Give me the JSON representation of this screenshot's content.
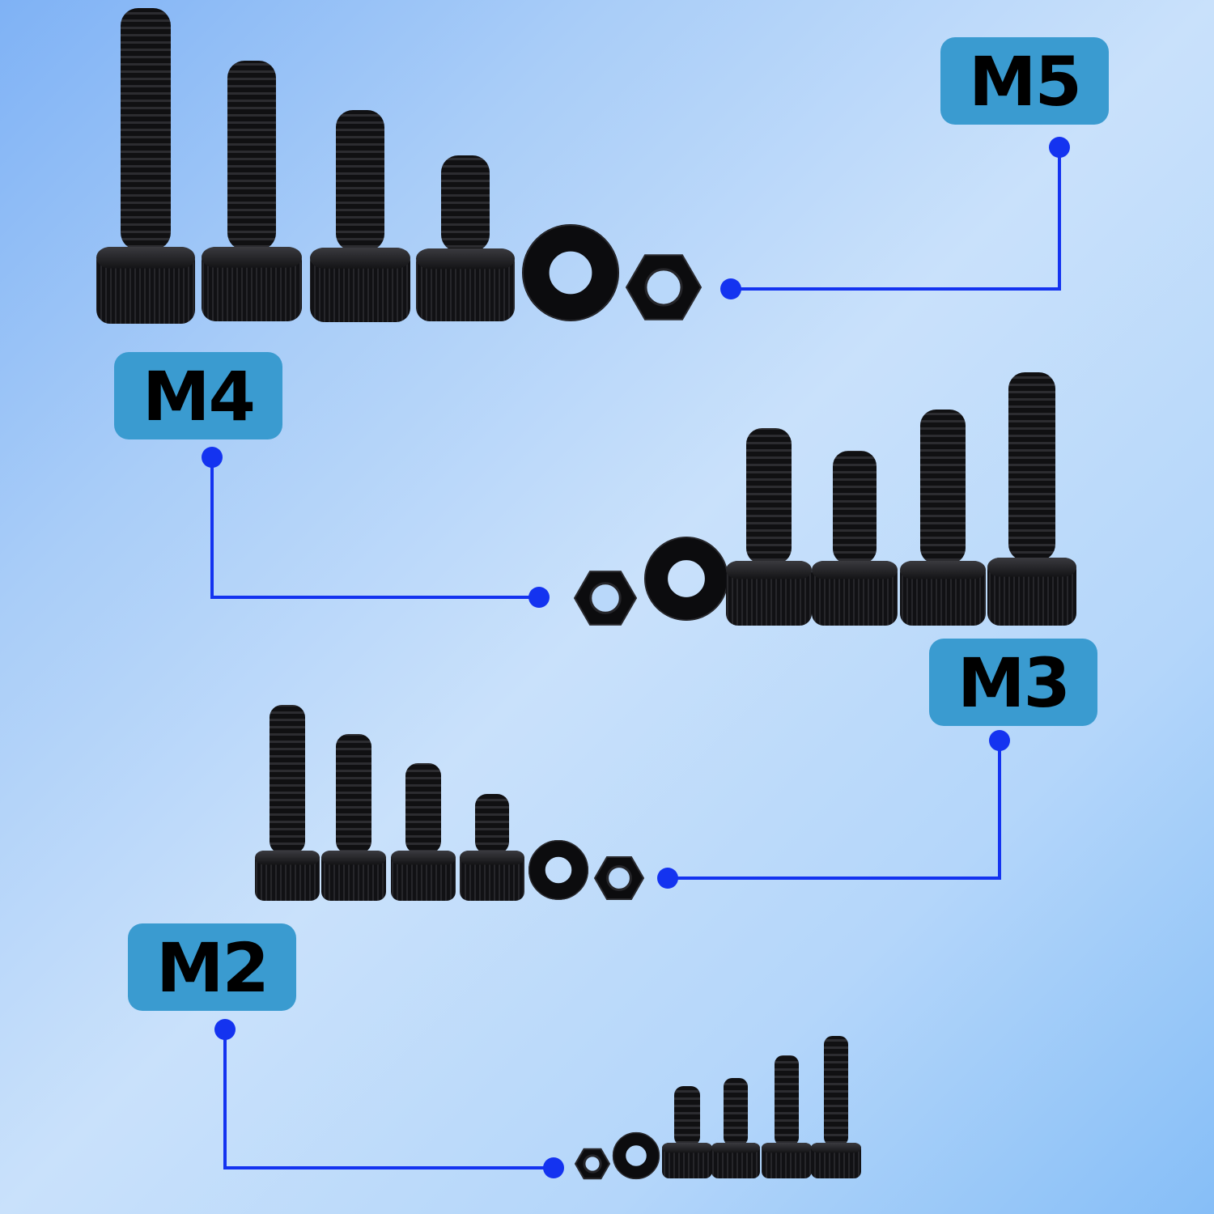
{
  "labels": {
    "m5": "M5",
    "m4": "M4",
    "m3": "M3",
    "m2": "M2"
  },
  "colors": {
    "label_bg": "#3a9bd0",
    "connector": "#1433f0",
    "hardware": "#0c0c0e"
  },
  "groups": [
    {
      "size": "M5",
      "items": [
        "screw",
        "screw",
        "screw",
        "screw",
        "washer",
        "hex-nut"
      ]
    },
    {
      "size": "M4",
      "items": [
        "hex-nut",
        "washer",
        "screw",
        "screw",
        "screw",
        "screw"
      ]
    },
    {
      "size": "M3",
      "items": [
        "screw",
        "screw",
        "screw",
        "screw",
        "washer",
        "hex-nut"
      ]
    },
    {
      "size": "M2",
      "items": [
        "hex-nut",
        "washer",
        "screw",
        "screw",
        "screw",
        "screw"
      ]
    }
  ]
}
